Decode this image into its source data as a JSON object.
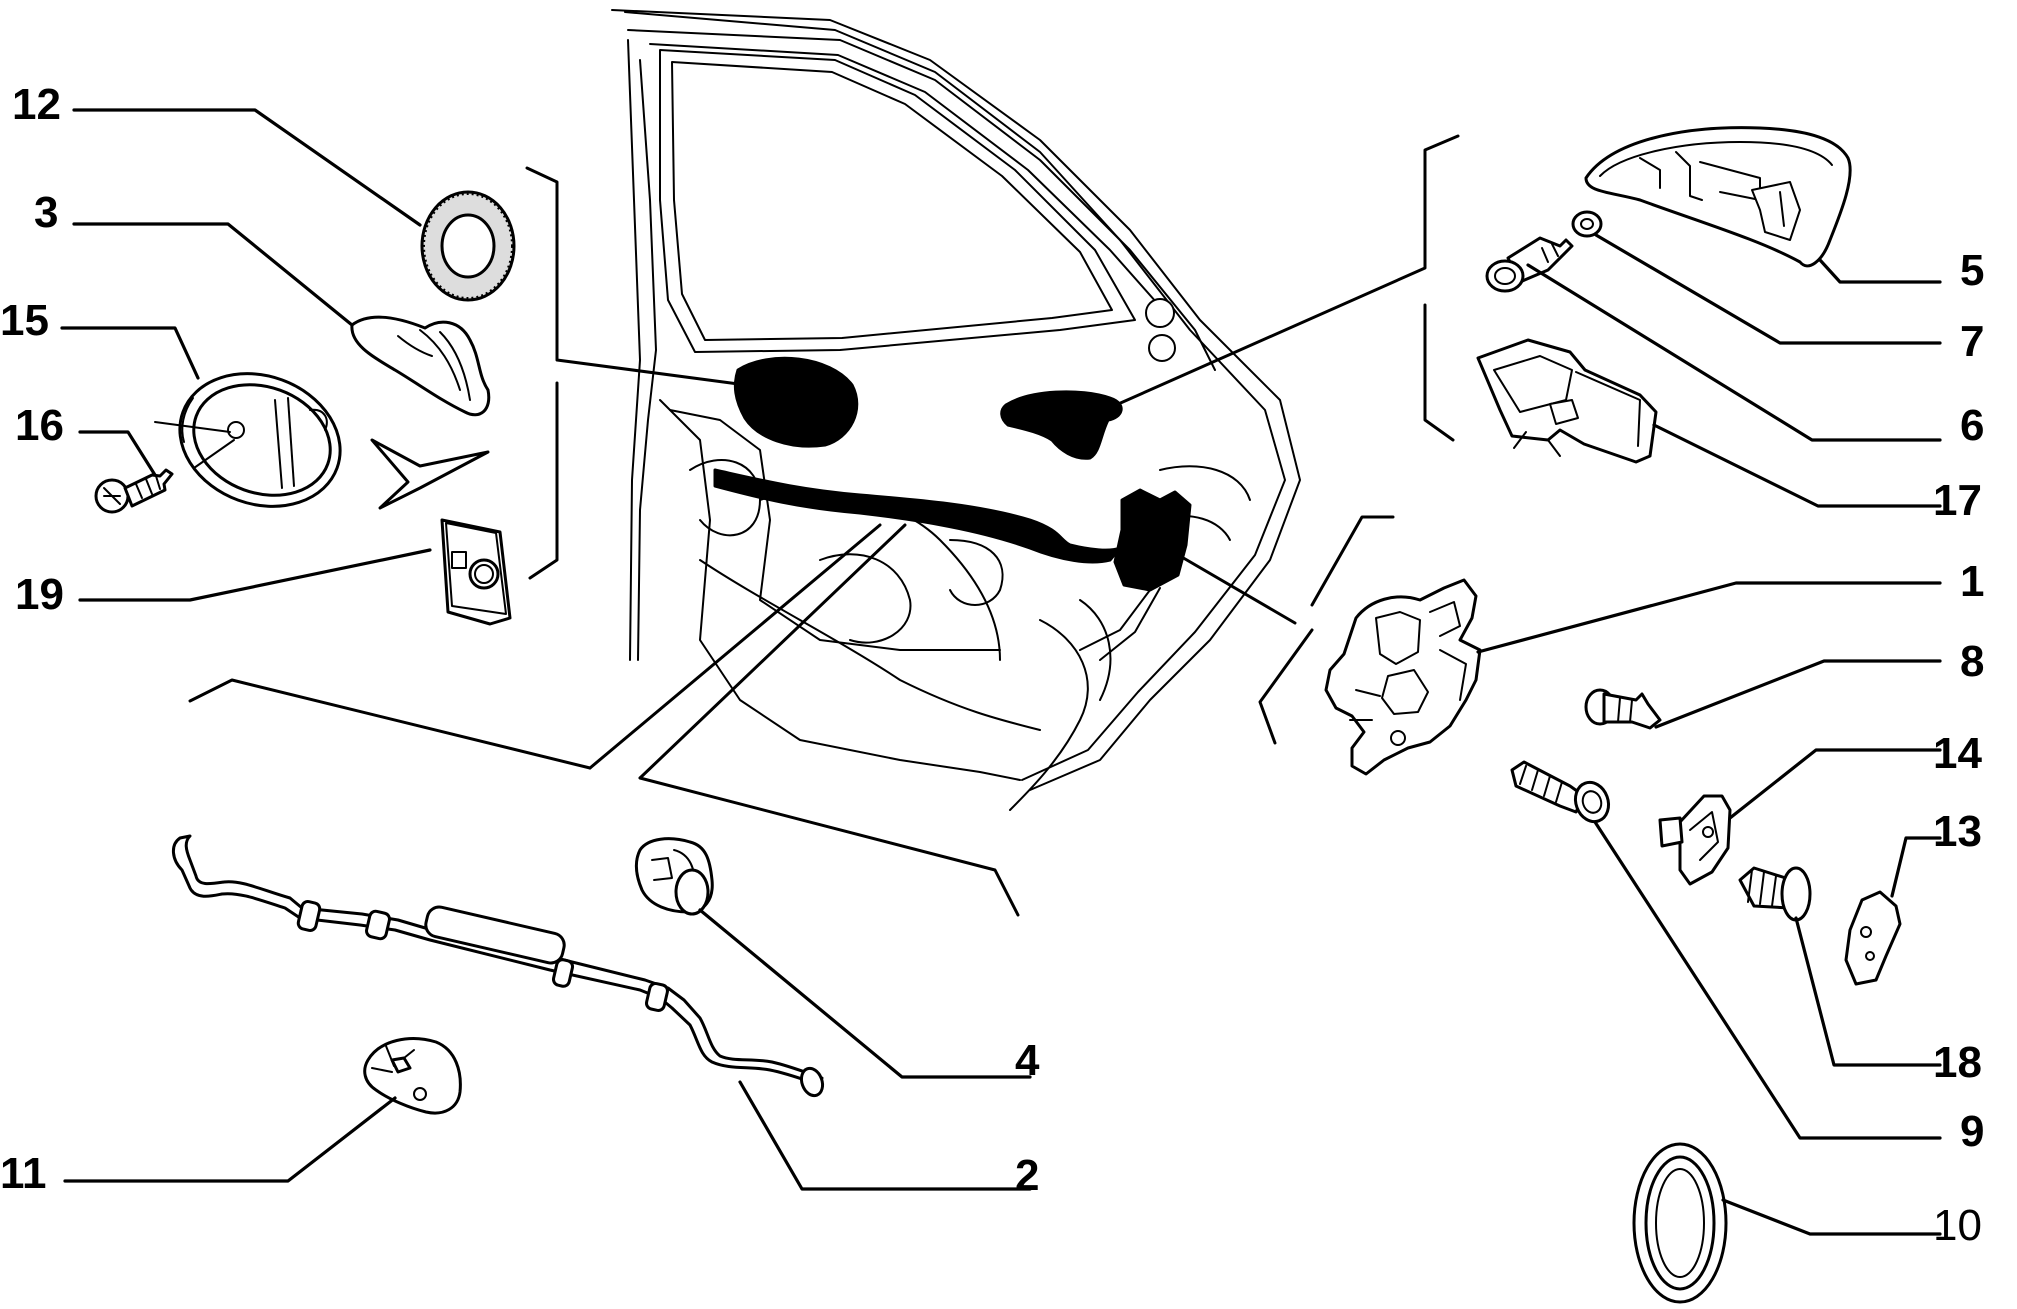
{
  "diagram": {
    "callouts": {
      "c1": "1",
      "c2": "2",
      "c3": "3",
      "c4": "4",
      "c5": "5",
      "c6": "6",
      "c7": "7",
      "c8": "8",
      "c9": "9",
      "c10": "10",
      "c11": "11",
      "c12": "12",
      "c13": "13",
      "c14": "14",
      "c15": "15",
      "c16": "16",
      "c17": "17",
      "c18": "18",
      "c19": "19"
    }
  }
}
